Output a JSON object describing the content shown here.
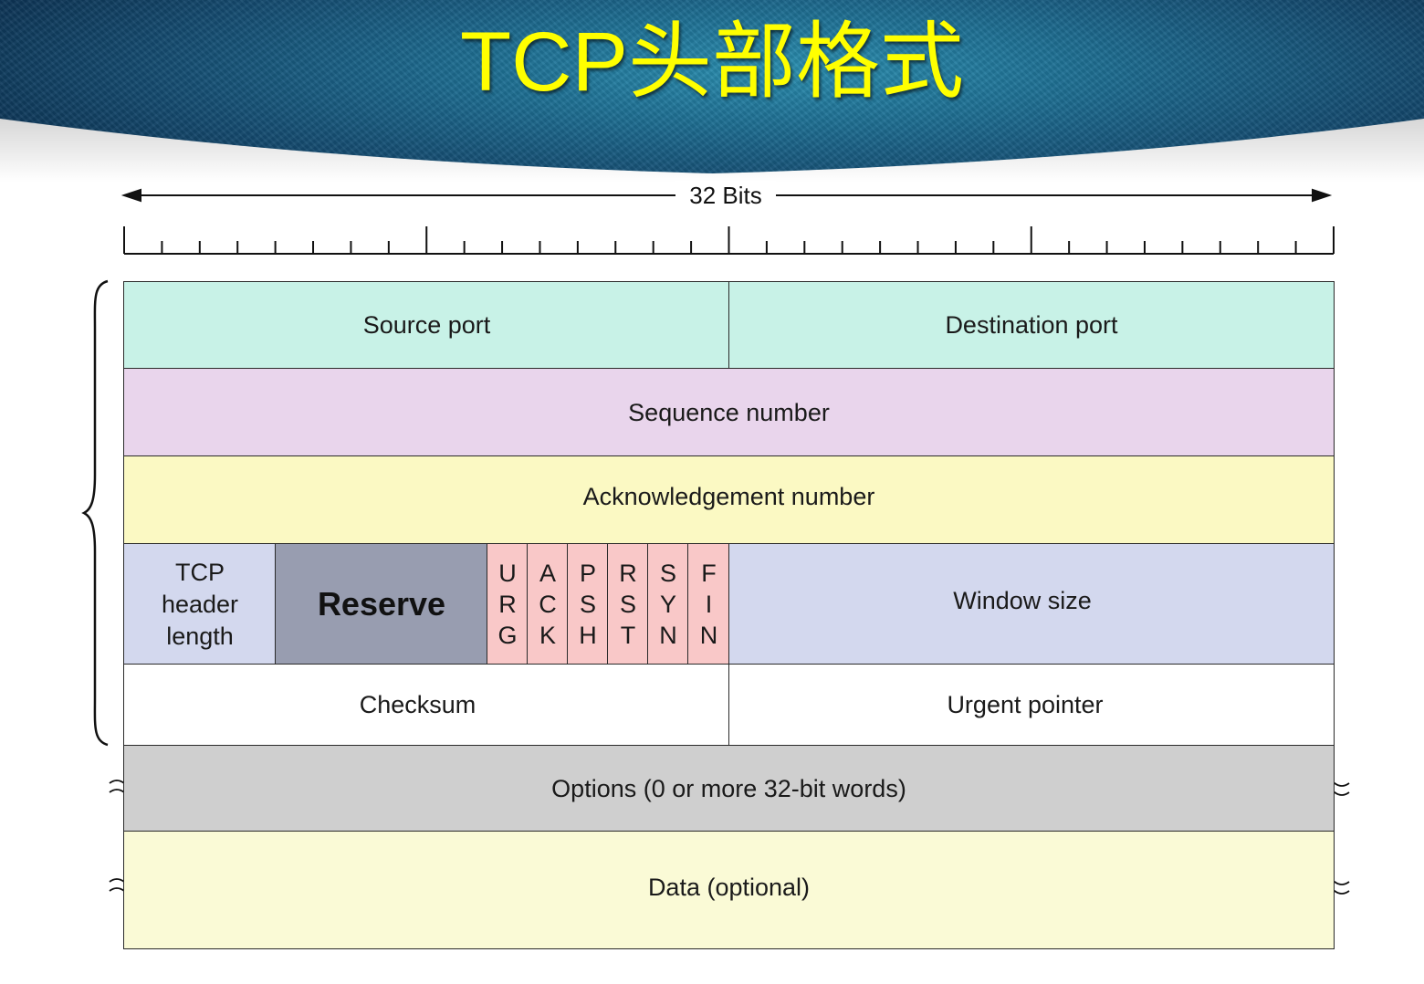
{
  "title": "TCP头部格式",
  "ruler": {
    "label": "32 Bits"
  },
  "fields": {
    "source_port": "Source port",
    "destination_port": "Destination port",
    "sequence_number": "Sequence number",
    "acknowledgement_number": "Acknowledgement number",
    "header_length": [
      "TCP",
      "header",
      "length"
    ],
    "reserve": "Reserve",
    "flags": [
      [
        "U",
        "R",
        "G"
      ],
      [
        "A",
        "C",
        "K"
      ],
      [
        "P",
        "S",
        "H"
      ],
      [
        "R",
        "S",
        "T"
      ],
      [
        "S",
        "Y",
        "N"
      ],
      [
        "F",
        "I",
        "N"
      ]
    ],
    "window_size": "Window size",
    "checksum": "Checksum",
    "urgent_pointer": "Urgent pointer",
    "options": "Options (0 or more 32-bit words)",
    "data": "Data (optional)"
  },
  "colors": {
    "title": "#ffff00",
    "ports": "#c8f2e7",
    "sequence": "#e9d5ec",
    "acknowledgement": "#fbf9c3",
    "header_window": "#d3d8ee",
    "reserve": "#989db0",
    "flags": "#f9c8c8",
    "options": "#cfcfcf",
    "data": "#fafad6"
  }
}
